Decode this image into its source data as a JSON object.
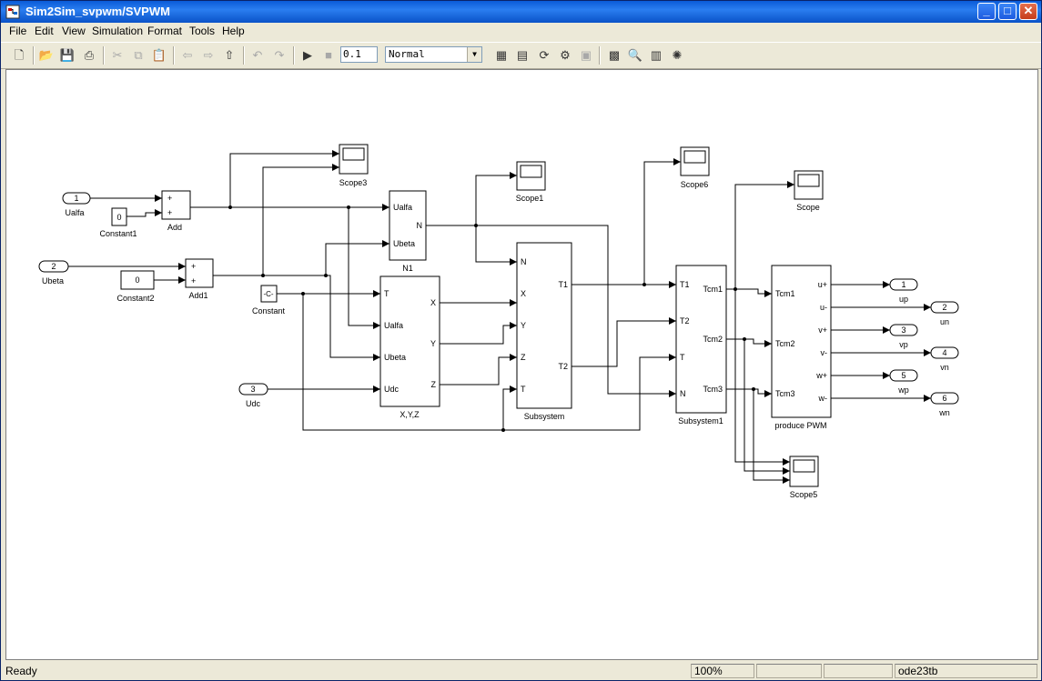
{
  "window": {
    "title": "Sim2Sim_svpwm/SVPWM"
  },
  "titlebar": {
    "minimize": "_",
    "maximize": "□",
    "close": "✕"
  },
  "menu": [
    "File",
    "Edit",
    "View",
    "Simulation",
    "Format",
    "Tools",
    "Help"
  ],
  "toolbar": {
    "stop_time": "0.1",
    "sim_mode": "Normal"
  },
  "status": {
    "state": "Ready",
    "zoom": "100%",
    "solver": "ode23tb"
  },
  "blocks": {
    "in1": {
      "num": "1",
      "label": "Ualfa"
    },
    "in2": {
      "num": "2",
      "label": "Ubeta"
    },
    "in3": {
      "num": "3",
      "label": "Udc"
    },
    "const1": {
      "value": "0",
      "label": "Constant1"
    },
    "const2": {
      "value": "0",
      "label": "Constant2"
    },
    "const": {
      "value": "-C-",
      "label": "Constant"
    },
    "add": {
      "label": "Add",
      "sign1": "+",
      "sign2": "+"
    },
    "add1": {
      "label": "Add1",
      "sign1": "+",
      "sign2": "+"
    },
    "scope3": {
      "label": "Scope3"
    },
    "scope1": {
      "label": "Scope1"
    },
    "scope6": {
      "label": "Scope6"
    },
    "scope": {
      "label": "Scope"
    },
    "scope5": {
      "label": "Scope5"
    },
    "n1": {
      "label": "N1",
      "ports_in": [
        "Ualfa",
        "Ubeta"
      ],
      "port_out": "N"
    },
    "xyz": {
      "label": "X,Y,Z",
      "ports_in": [
        "T",
        "Ualfa",
        "Ubeta",
        "Udc"
      ],
      "ports_out": [
        "X",
        "Y",
        "Z"
      ]
    },
    "subsystem": {
      "label": "Subsystem",
      "ports_in": [
        "N",
        "X",
        "Y",
        "Z",
        "T"
      ],
      "ports_out": [
        "T1",
        "T2"
      ]
    },
    "subsystem1": {
      "label": "Subsystem1",
      "ports_in": [
        "T1",
        "T2",
        "T",
        "N"
      ],
      "ports_out": [
        "Tcm1",
        "Tcm2",
        "Tcm3"
      ]
    },
    "pwm": {
      "label": "produce PWM",
      "ports_in": [
        "Tcm1",
        "Tcm2",
        "Tcm3"
      ],
      "ports_out": [
        "u+",
        "u-",
        "v+",
        "v-",
        "w+",
        "w-"
      ]
    },
    "out1": {
      "num": "1",
      "label": "up"
    },
    "out2": {
      "num": "2",
      "label": "un"
    },
    "out3": {
      "num": "3",
      "label": "vp"
    },
    "out4": {
      "num": "4",
      "label": "vn"
    },
    "out5": {
      "num": "5",
      "label": "wp"
    },
    "out6": {
      "num": "6",
      "label": "wn"
    }
  }
}
